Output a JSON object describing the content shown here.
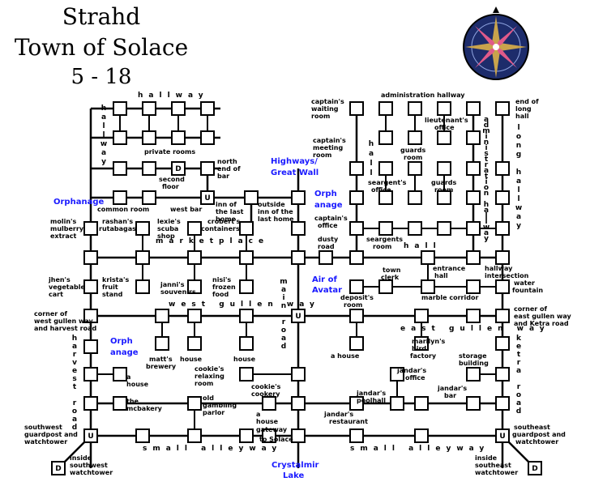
{
  "title": {
    "line1": "Strahd",
    "line2": "Town of Solace",
    "line3": "5 - 18"
  },
  "icons": [
    "compass-rose-icon"
  ],
  "colors": {
    "link_text": "#1a1aff",
    "lines": "#000000"
  },
  "streets": {
    "top_hallway": "hallway",
    "left_hallway": "hallway",
    "private_rooms": "private rooms",
    "marketplace": "marketplace",
    "west_gullen_way": "west gullen way",
    "east_gullen_way": "east gullen way",
    "main_road": "main road",
    "harvest_road": "harvest road",
    "ketra_road": "ketra road",
    "small_alleyway_w": "small alleyway",
    "small_alleyway_e": "small alleyway",
    "administration_hallway": "administration hallway",
    "administration_hallway_v": "administration hallway",
    "long_hallway": "long hallway",
    "hall": "hall",
    "hall_v": "hall"
  },
  "blue_labels": {
    "highways": "Highways/",
    "great_wall": "Great Wall",
    "orphanage_nw": "Orphanage",
    "orph_ne_1": "Orph",
    "orph_ne_2": "anage",
    "air_1": "Air of",
    "air_2": "Avatar",
    "orph_sw_1": "Orph",
    "orph_sw_2": "anage",
    "crystalmir_1": "Crystalmir",
    "crystalmir_2": "Lake"
  },
  "labels": {
    "second_floor_1": "second",
    "second_floor_2": "floor",
    "north_end_1": "north",
    "north_end_2": "end of",
    "north_end_3": "bar",
    "common_room": "common room",
    "west_bar": "west bar",
    "inn_last_1": "inn of",
    "inn_last_2": "the last",
    "inn_last_3": "home",
    "outside_inn_1": "outside",
    "outside_inn_2": "inn of the",
    "outside_inn_3": "last home",
    "molins_1": "molin's",
    "molins_2": "mulberry",
    "molins_3": "extract",
    "rashans_1": "rashan's",
    "rashans_2": "rutabagas",
    "lexies_1": "lexie's",
    "lexies_2": "scuba",
    "lexies_3": "shop",
    "croberts_1": "crobert's",
    "croberts_2": "containers",
    "jhens_1": "jhen's",
    "jhens_2": "vegetable",
    "jhens_3": "cart",
    "kristas_1": "krista's",
    "kristas_2": "fruit",
    "kristas_3": "stand",
    "jannis_1": "janni's",
    "jannis_2": "souvenirs",
    "nisis_1": "nisi's",
    "nisis_2": "frozen",
    "nisis_3": "food",
    "corner_west_1": "corner of",
    "corner_west_2": "west gullen way",
    "corner_west_3": "and harvest road",
    "matts_1": "matt's",
    "matts_2": "brewery",
    "house_1": "house",
    "house_2": "house",
    "a_house_w_1": "a",
    "a_house_w_2": "house",
    "mcbakery_1": "the",
    "mcbakery_2": "mcbakery",
    "old_gambling_1": "old",
    "old_gambling_2": "gambling",
    "old_gambling_3": "parlor",
    "cookies_relax_1": "cookie's",
    "cookies_relax_2": "relaxing",
    "cookies_relax_3": "room",
    "cookies_cookery_1": "cookie's",
    "cookies_cookery_2": "cookery",
    "a_house_s_1": "a",
    "a_house_s_2": "house",
    "gateway_1": "gateway",
    "gateway_2": "to Solace",
    "sw_guard_1": "southwest",
    "sw_guard_2": "guardpost and",
    "sw_guard_3": "watchtower",
    "inside_sw_1": "inside",
    "inside_sw_2": "southwest",
    "inside_sw_3": "watchtower",
    "captains_waiting_1": "captain's",
    "captains_waiting_2": "waiting",
    "captains_waiting_3": "room",
    "end_long_1": "end of",
    "end_long_2": "long",
    "end_long_3": "hall",
    "lieutenants_1": "lieutenant's",
    "lieutenants_2": "office",
    "captains_meeting_1": "captain's",
    "captains_meeting_2": "meeting",
    "captains_meeting_3": "room",
    "guards_room_1": "guards",
    "guards_room_2": "room",
    "seargents_office_1": "seargent's",
    "seargents_office_2": "office",
    "guards_room2_1": "guards",
    "guards_room2_2": "room",
    "captains_office_1": "captain's",
    "captains_office_2": "office",
    "dusty_road_1": "dusty",
    "dusty_road_2": "road",
    "seargents_room_1": "seargents",
    "seargents_room_2": "room",
    "town_clerk_1": "town",
    "town_clerk_2": "clerk",
    "entrance_hall_1": "entrance",
    "entrance_hall_2": "hall",
    "hallway_int_1": "hallway",
    "hallway_int_2": "intersection",
    "deposit_1": "deposit's",
    "deposit_2": "room",
    "marble_corridor": "marble corridor",
    "water_fountain_1": "water",
    "water_fountain_2": "fountain",
    "corner_east_1": "corner of",
    "corner_east_2": "east gullen way",
    "corner_east_3": "and Ketra road",
    "a_house_e": "a house",
    "marilyns_1": "marilyn's",
    "marilyns_2": "bird",
    "marilyns_3": "factory",
    "storage_1": "storage",
    "storage_2": "building",
    "jandars_office_1": "jandar's",
    "jandars_office_2": "office",
    "jandars_bar_1": "jandar's",
    "jandars_bar_2": "bar",
    "jandars_pool_1": "jandar's",
    "jandars_pool_2": "poolhall",
    "jandars_rest_1": "jandar's",
    "jandars_rest_2": "restaurant",
    "se_guard_1": "southeast",
    "se_guard_2": "guardpost and",
    "se_guard_3": "watchtower",
    "inside_se_1": "inside",
    "inside_se_2": "southeast",
    "inside_se_3": "watchtower",
    "private_rooms": "private rooms"
  },
  "markers": {
    "up": "U",
    "down": "D"
  }
}
